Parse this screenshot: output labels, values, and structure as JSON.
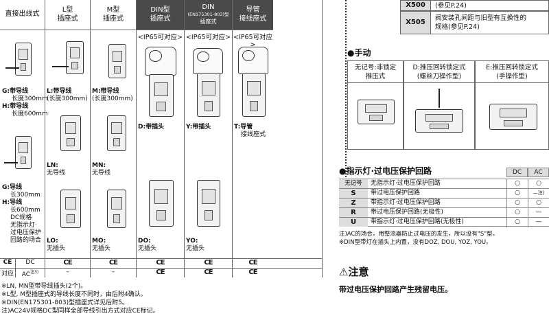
{
  "columns": [
    {
      "title": "直接出线式"
    },
    {
      "title": "L型",
      "title2": "插座式"
    },
    {
      "title": "M型",
      "title2": "插座式"
    },
    {
      "title": "DIN型",
      "title2": "插座式"
    },
    {
      "title": "DIN",
      "sub": "(EN175301-803)型",
      "title2": "插座式"
    },
    {
      "title": "导管",
      "title2": "接线座式"
    }
  ],
  "ip65": "<IP65可对应>",
  "captions": {
    "g_h": [
      "G:带导线",
      "长度300mm",
      "H:带导线",
      "长度600mm"
    ],
    "l": [
      "L:带导线",
      "(长度300mm)"
    ],
    "m": [
      "M:带导线",
      "(长度300mm)"
    ],
    "d": "D:带插头",
    "y": "Y:带插头",
    "t": [
      "T:导管",
      "接线座式"
    ],
    "ln": [
      "LN:",
      "无导线"
    ],
    "mn": [
      "MN:",
      "无导线"
    ],
    "g_h2": [
      "G:导线",
      "长300mm",
      "H:导线",
      "长600mm",
      "DC规格",
      "无指示灯·",
      "过电压保护",
      "回路的场合"
    ],
    "lo": [
      "LO:",
      "无插头"
    ],
    "mo": [
      "MO:",
      "无插头"
    ],
    "do": [
      "DO:",
      "无插头"
    ],
    "yo": [
      "YO:",
      "无插头"
    ]
  },
  "ce_row": {
    "label": "CE",
    "label2": "对应",
    "dc": "DC",
    "ac": "AC",
    "ac_note": "注3)",
    "mark": "CE",
    "dash": "–"
  },
  "notes": [
    "※LN, MN型带导线插头(2个)。",
    "※L型, M型插座式的导线长度不同时，由后附4确认。",
    "※DIN(EN175301-803)型插座式详见后附5。",
    "注)AC24V规格DC型同样全部导线引出方式对应CE标记。"
  ],
  "options": [
    {
      "code": "X500",
      "text": [
        "(参见P.24)"
      ]
    },
    {
      "code": "X505",
      "text": [
        "阀安装孔间距与旧型有互换性的",
        "规格(参见P.24)"
      ]
    }
  ],
  "manual": {
    "title": "手动",
    "items": [
      {
        "label": "无记号:非锁定",
        "label2": "推压式"
      },
      {
        "label": "D:推压回转锁定式",
        "label2": "(螺丝刀操作型)"
      },
      {
        "label": "E:推压回转锁定式",
        "label2": "(手操作型)"
      }
    ]
  },
  "indicator": {
    "title": "指示灯·过电压保护回路",
    "dc": "DC",
    "ac": "AC",
    "rows": [
      {
        "code": "无记号",
        "desc": "无指示灯·过电压保护回路",
        "dc": "○",
        "ac": "○"
      },
      {
        "code": "S",
        "desc": "带过电压保护回路",
        "dc": "○",
        "ac": "—注)"
      },
      {
        "code": "Z",
        "desc": "带指示灯·过电压保护回路",
        "dc": "○",
        "ac": "○"
      },
      {
        "code": "R",
        "desc": "带过电压保护回路(无极性)",
        "dc": "○",
        "ac": "—"
      },
      {
        "code": "U",
        "desc": "带指示灯·过电压保护回路(无极性)",
        "dc": "○",
        "ac": "—"
      }
    ],
    "notes": [
      "注)AC的场合，用整流器防止过电压的发生，所以没有\"S\"型。",
      "※DIN型带灯在插头上内置，没有DOZ, DOU, YOZ, YOU。"
    ]
  },
  "caution": {
    "title": "注意",
    "text": "带过电压保护回路产生残留电压。"
  }
}
